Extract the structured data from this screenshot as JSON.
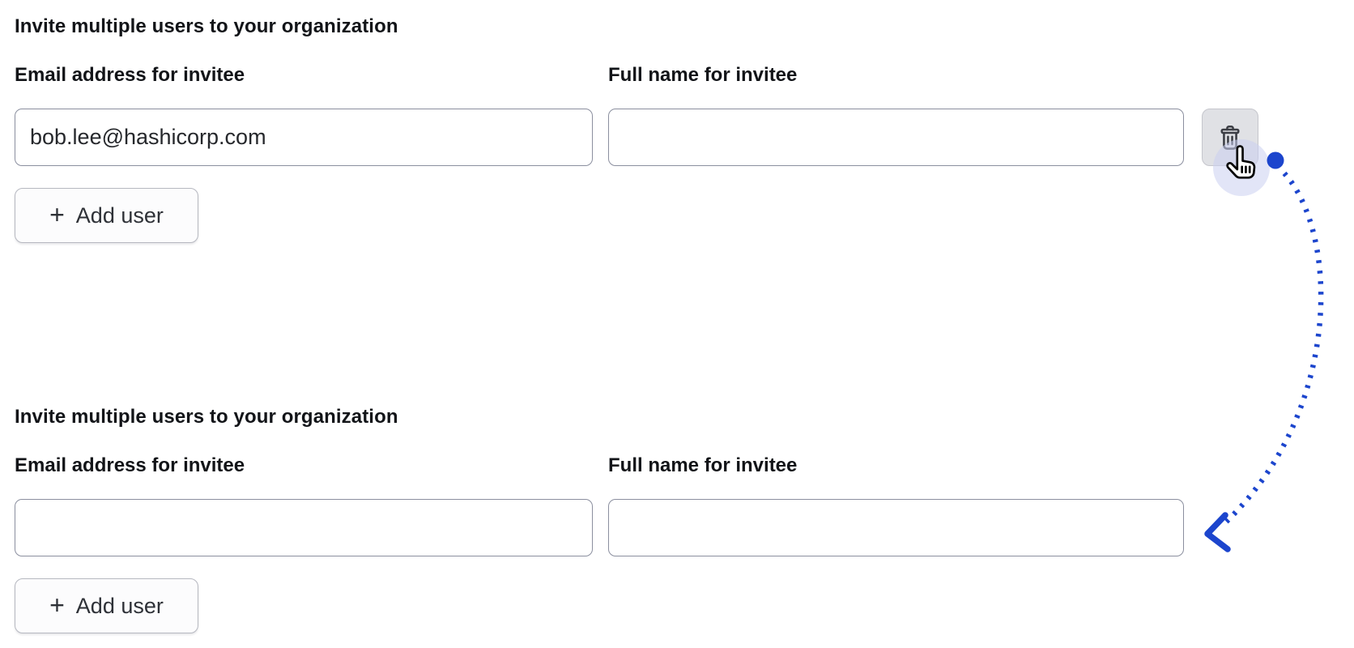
{
  "colors": {
    "accent_blue": "#1c45cd",
    "halo": "rgba(203,208,240,0.55)",
    "input_border": "#8b8f9f",
    "add_button_border": "#b6b8c0",
    "add_button_bg": "#fcfcfd",
    "delete_button_bg": "#e0e1e5",
    "delete_button_border": "#c5c6cc",
    "heading_text": "#121418",
    "input_text": "#26282c",
    "trash_icon_color": "#3c3e45"
  },
  "icons": {
    "delete": "trash-icon",
    "add": "plus-icon",
    "cursor": "pointer-hand-cursor",
    "annotation": "dotted-curved-arrow"
  },
  "sections": [
    {
      "heading": "Invite multiple users to your organization",
      "fields": [
        {
          "label": "Email address for invitee",
          "value": "bob.lee@hashicorp.com"
        },
        {
          "label": "Full name for invitee",
          "value": ""
        }
      ],
      "add_button": {
        "plus": "+",
        "label": "Add user"
      }
    },
    {
      "heading": "Invite multiple users to your organization",
      "fields": [
        {
          "label": "Email address for invitee",
          "value": ""
        },
        {
          "label": "Full name for invitee",
          "value": ""
        }
      ],
      "add_button": {
        "plus": "+",
        "label": "Add user"
      }
    }
  ]
}
